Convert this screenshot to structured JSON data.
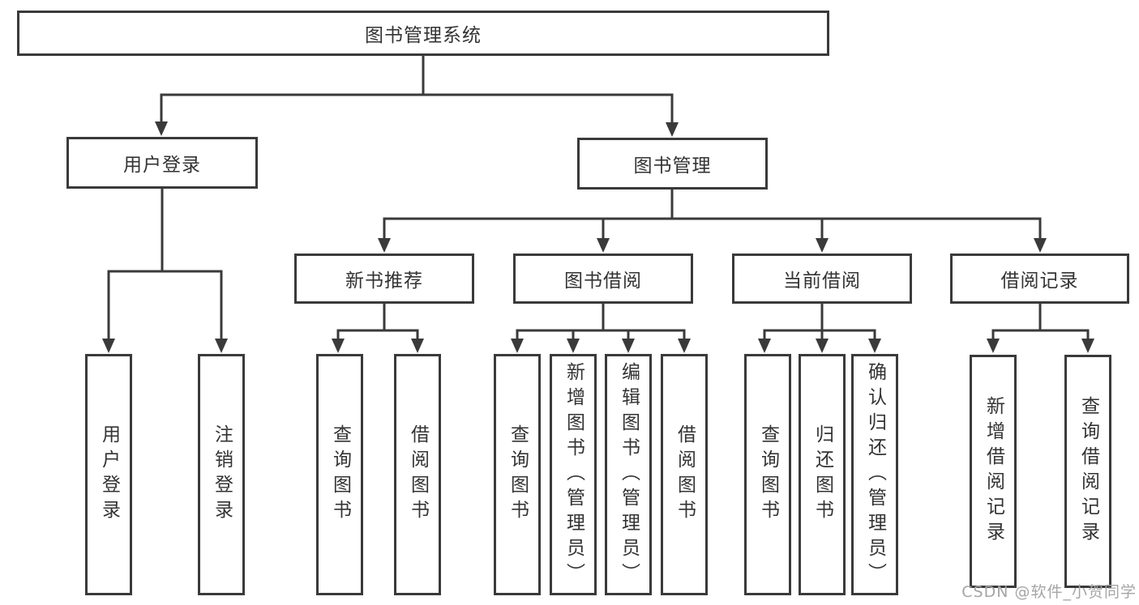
{
  "tree": {
    "root": {
      "label": "图书管理系统"
    },
    "branches": [
      {
        "label": "用户登录",
        "children": [
          {
            "label": "用户登录"
          },
          {
            "label": "注销登录"
          }
        ]
      },
      {
        "label": "图书管理",
        "children": [
          {
            "label": "新书推荐",
            "children": [
              {
                "label": "查询图书"
              },
              {
                "label": "借阅图书"
              }
            ]
          },
          {
            "label": "图书借阅",
            "children": [
              {
                "label": "查询图书"
              },
              {
                "label": "新增图书（管理员）"
              },
              {
                "label": "编辑图书（管理员）"
              },
              {
                "label": "借阅图书"
              }
            ]
          },
          {
            "label": "当前借阅",
            "children": [
              {
                "label": "查询图书"
              },
              {
                "label": "归还图书"
              },
              {
                "label": "确认归还（管理员）"
              }
            ]
          },
          {
            "label": "借阅记录",
            "children": [
              {
                "label": "新增借阅记录"
              },
              {
                "label": "查询借阅记录"
              }
            ]
          }
        ]
      }
    ]
  },
  "watermark": {
    "text": "CSDN @软件_小贺同学"
  },
  "colors": {
    "line": "#3a3a3a",
    "text": "#333333",
    "background": "#ffffff",
    "watermark": "#a5a5a5"
  }
}
